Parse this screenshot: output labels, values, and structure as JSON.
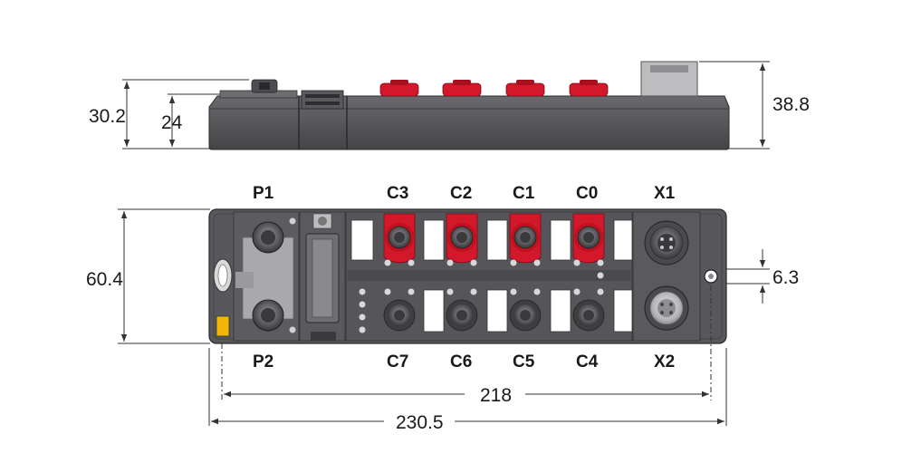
{
  "dimensions": {
    "side_height_total": "30.2",
    "side_height_body": "24",
    "side_height_connector": "38.8",
    "top_width_body": "60.4",
    "hole_offset": "6.3",
    "mount_pitch": "218",
    "overall_length": "230.5"
  },
  "ports": {
    "top_row": [
      "P1",
      "C3",
      "C2",
      "C1",
      "C0",
      "X1"
    ],
    "bottom_row": [
      "P2",
      "C7",
      "C6",
      "C5",
      "C4",
      "X2"
    ]
  },
  "colors": {
    "housing": "#555558",
    "housing_dark": "#3d3d40",
    "connector_red": "#d3182b",
    "label_slot": "#ffffff",
    "led_yellow": "#f2b705"
  }
}
